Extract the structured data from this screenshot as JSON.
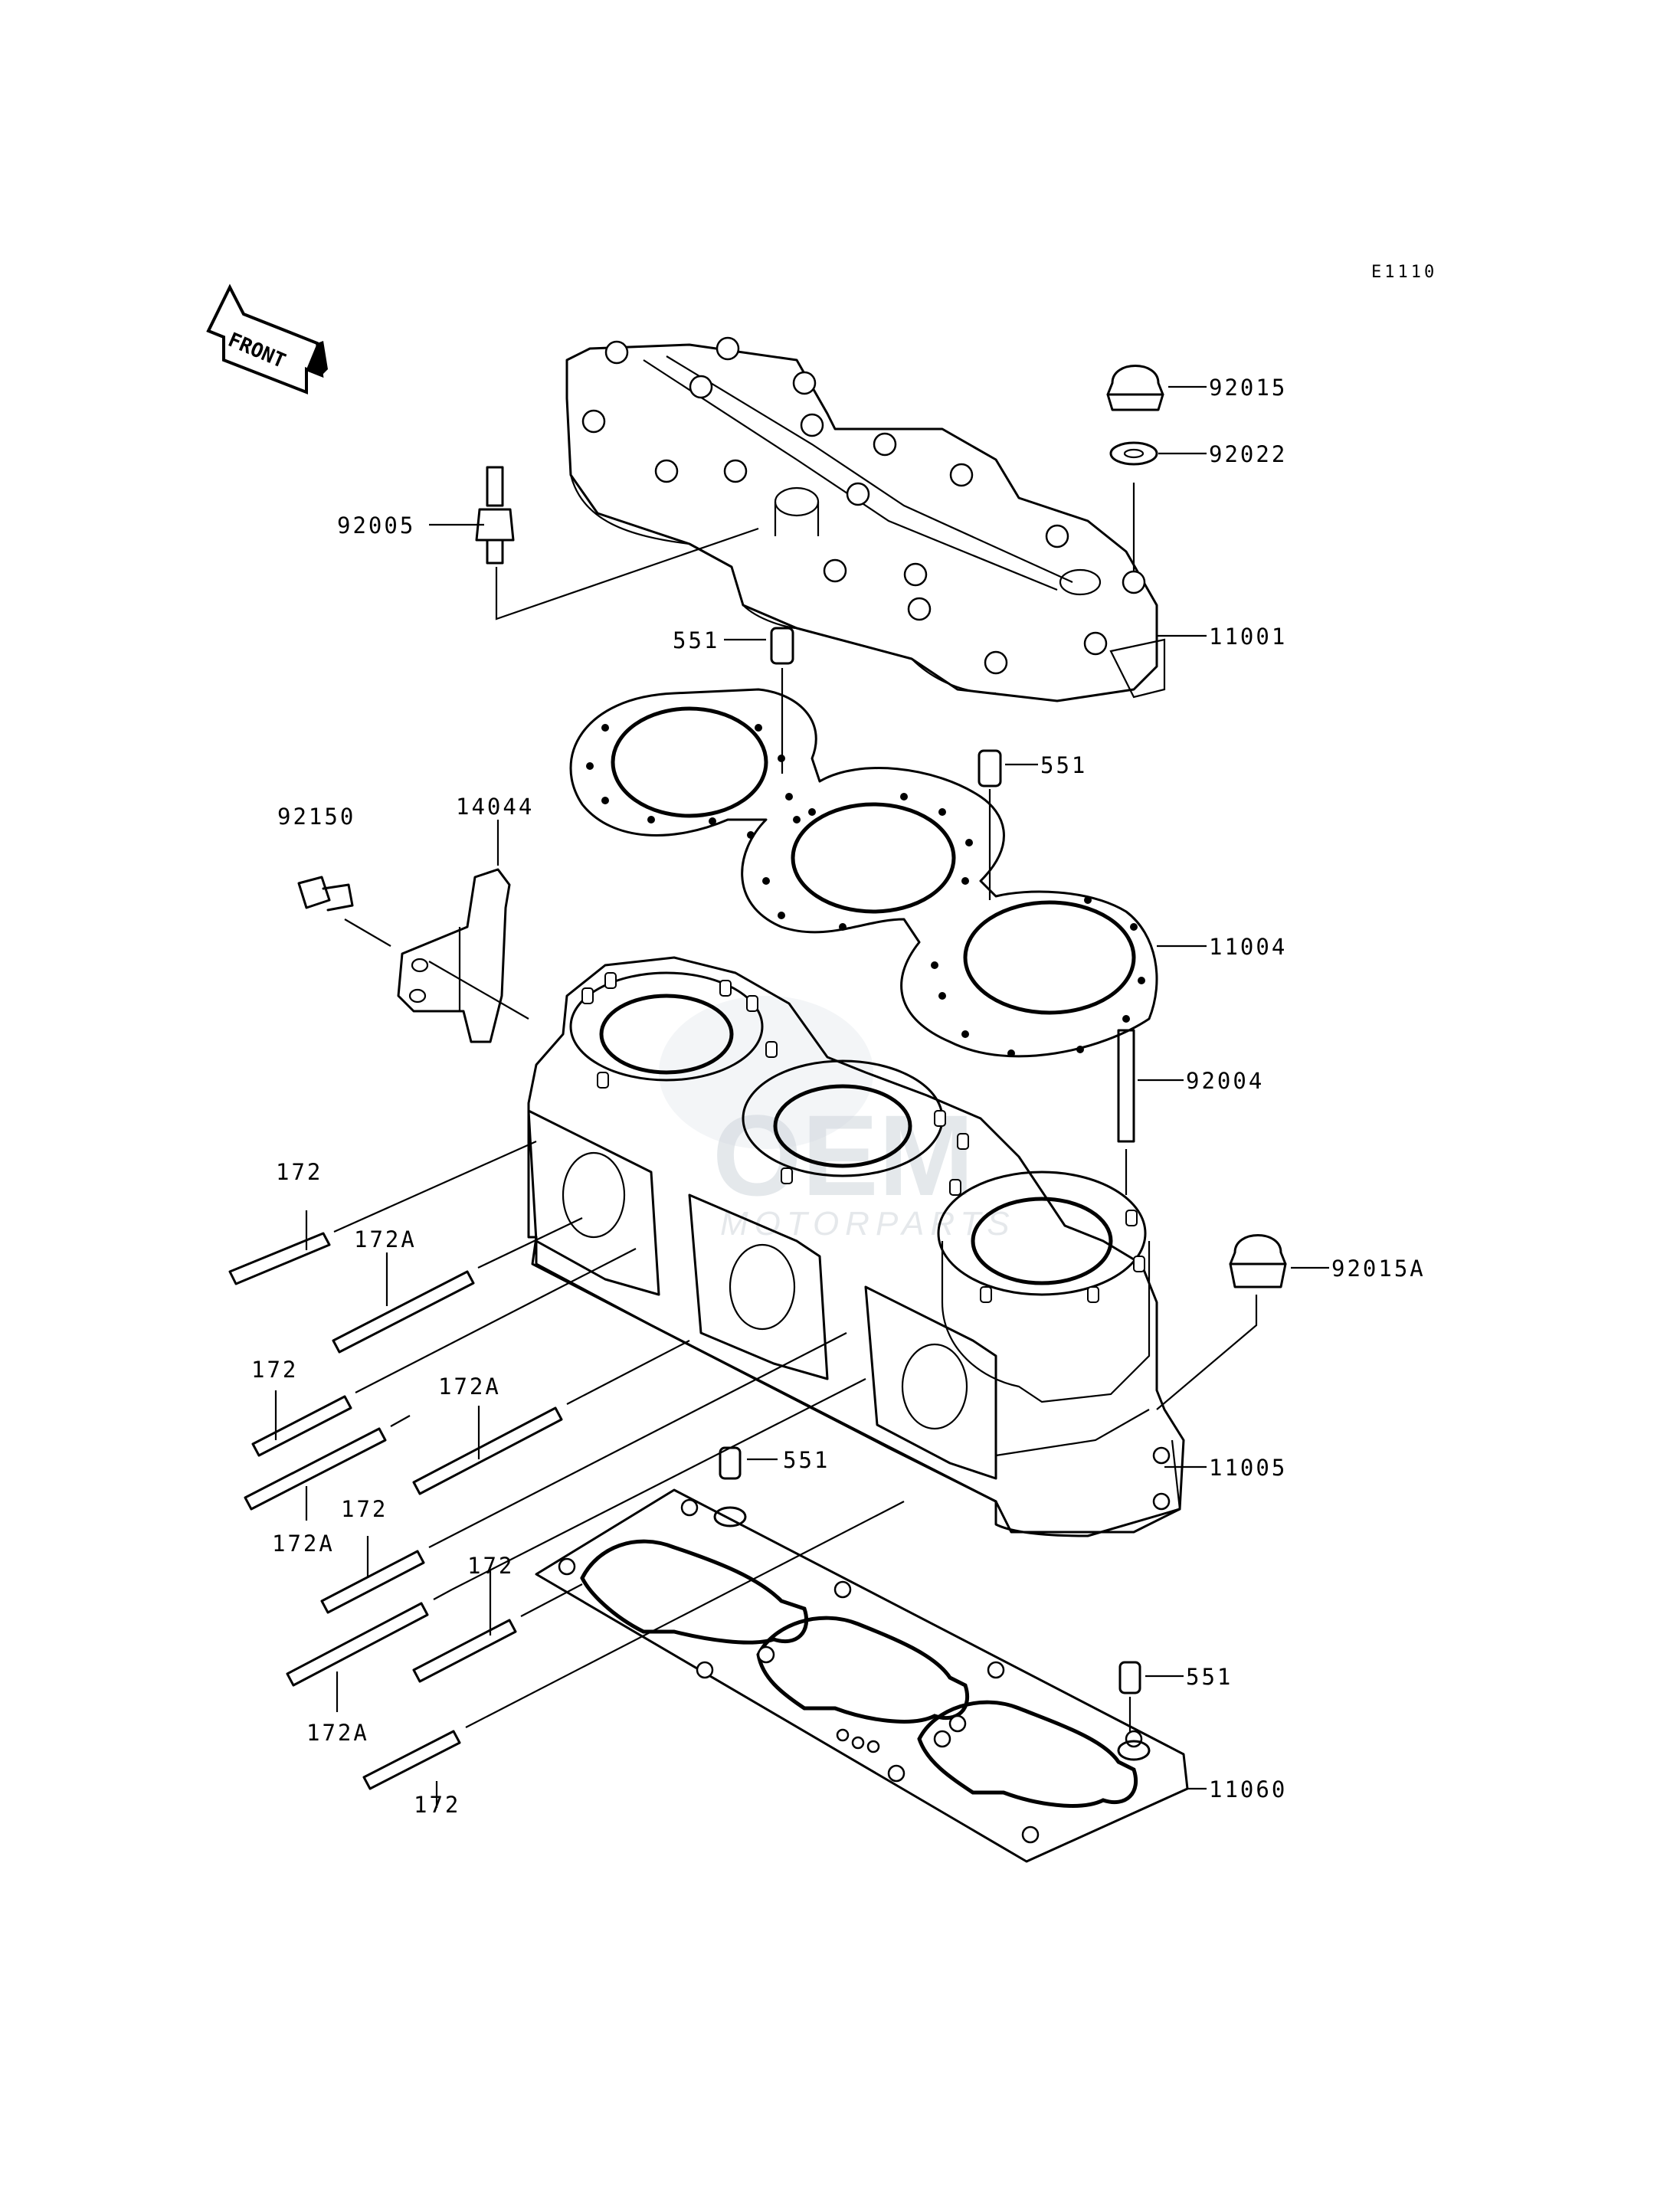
{
  "diagram_code": "E1110",
  "front_arrow": {
    "label": "FRONT",
    "icon": "front-arrow-icon"
  },
  "watermark": {
    "main": "OEM",
    "sub": "MOTORPARTS"
  },
  "parts": {
    "cap_nut": "92015",
    "washer": "92022",
    "fitting": "92005",
    "cylinder_head": "11001",
    "pin_top": "551",
    "pin_head_gasket": "551",
    "head_gasket": "11004",
    "bolt": "92150",
    "bracket": "14044",
    "stud_92004": "92004",
    "cap_nut_a": "92015A",
    "cylinder": "11005",
    "pin_lower": "551",
    "pin_base": "551",
    "base_gasket": "11060",
    "stud_172_1": "172",
    "stud_172a_1": "172A",
    "stud_172_2": "172",
    "stud_172a_2": "172A",
    "stud_172a_3": "172A",
    "stud_172_3": "172",
    "stud_172_4": "172",
    "stud_172a_4": "172A",
    "stud_172_5": "172"
  }
}
